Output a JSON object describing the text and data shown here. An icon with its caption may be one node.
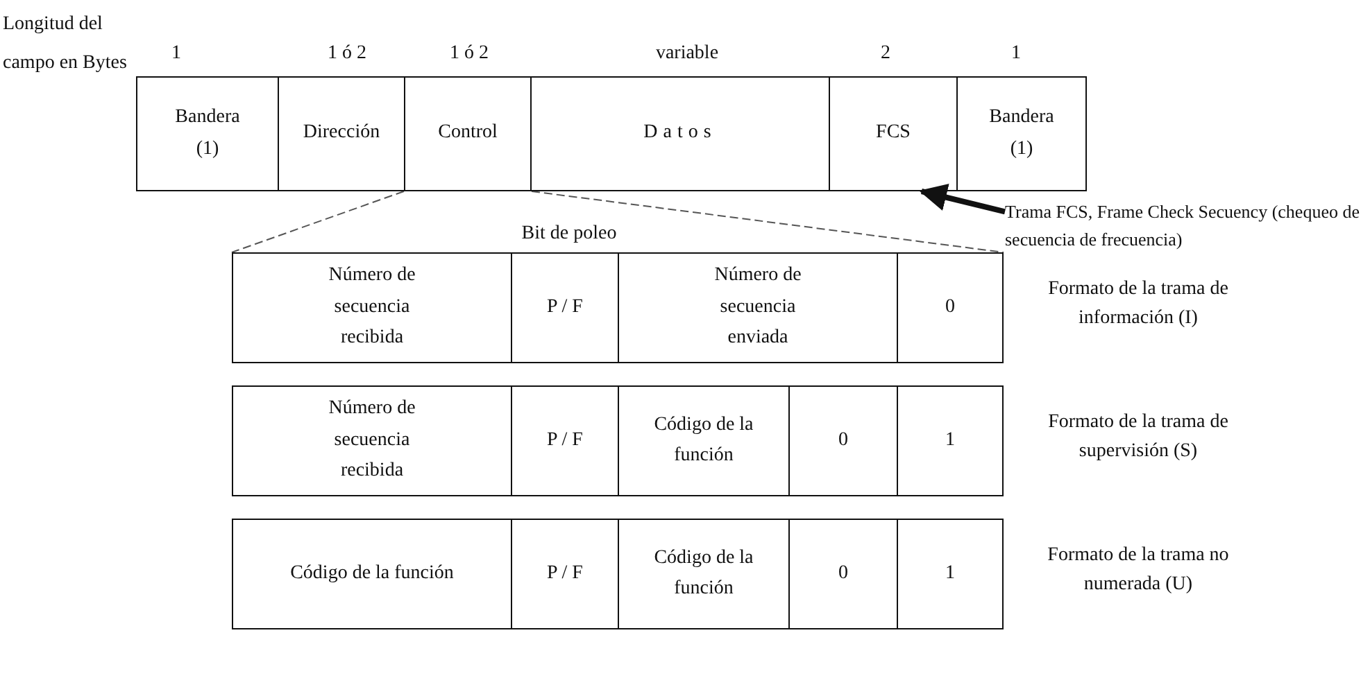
{
  "diagram": {
    "nodes": [
      {
        "text": [
          "Bandera (1)"
        ]
      },
      {
        "text": [
          "Dirección"
        ]
      },
      {
        "text": [
          "Control"
        ]
      },
      {
        "text": [
          "Datos"
        ]
      },
      {
        "text": [
          "FCS"
        ]
      },
      {
        "text": [
          "Bandera (1)"
        ]
      },
      {
        "text": [
          "Trama FCS, Frame Check Secuency (chequeo de secuencia de frecuencia)"
        ]
      },
      {
        "text": [
          "Número de secuencia recibida"
        ]
      },
      {
        "text": [
          "P / F"
        ]
      },
      {
        "text": [
          "Número de secuencia enviada"
        ]
      },
      {
        "text": [
          "0"
        ]
      },
      {
        "text": [
          "Número de secuencia recibida"
        ]
      },
      {
        "text": [
          "P / F"
        ]
      },
      {
        "text": [
          "Código de la función"
        ]
      },
      {
        "text": [
          "0"
        ]
      },
      {
        "text": [
          "1"
        ]
      },
      {
        "text": [
          "Código de la función"
        ]
      },
      {
        "text": [
          "P / F"
        ]
      },
      {
        "text": [
          "Código de la función"
        ]
      },
      {
        "text": [
          "0"
        ]
      },
      {
        "text": [
          "1"
        ]
      }
    ],
    "edges": [
      {
        "from": 6,
        "to": 4,
        "arrow": "to",
        "style": "thick"
      },
      {
        "from": 2,
        "to": 7,
        "arrow": "none",
        "style": "dashed"
      },
      {
        "from": 2,
        "to": 10,
        "arrow": "none",
        "style": "dashed"
      }
    ],
    "labels": [
      "Longitud del campo en Bytes",
      "1",
      "1 ó 2",
      "1 ó 2",
      "variable",
      "2",
      "1",
      "Bit de poleo",
      "Formato de la trama de información (I)",
      "Formato de la trama de supervisión (S)",
      "Formato de la trama no numerada (U)"
    ]
  }
}
